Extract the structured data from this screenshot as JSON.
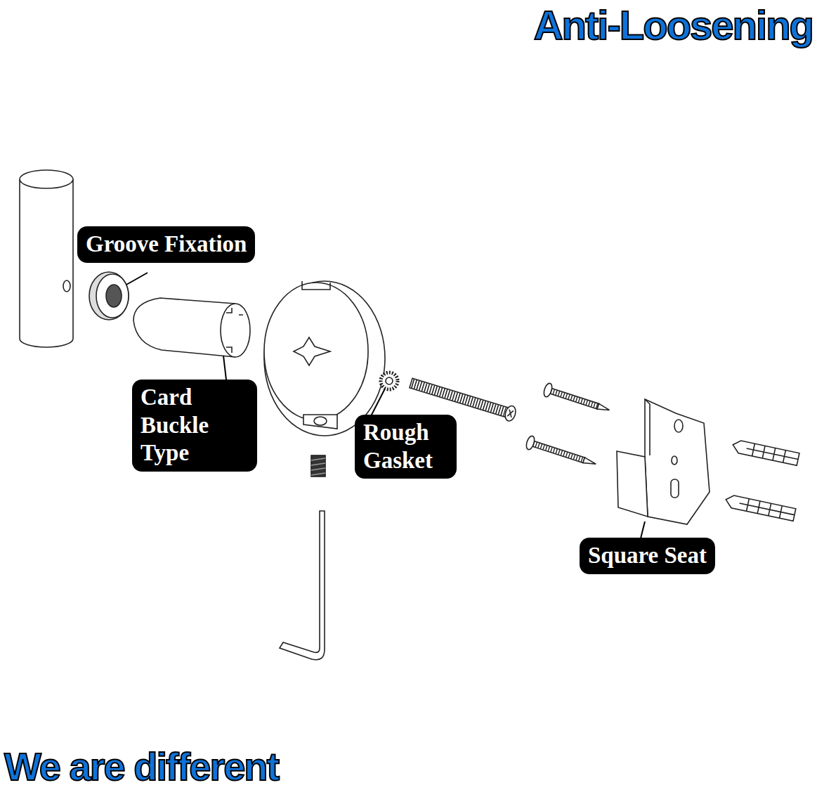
{
  "diagram": {
    "title": "Anti-Loosening",
    "caption": "We are different",
    "nodes": [
      {
        "text": [
          "Groove Fixation"
        ]
      },
      {
        "text": [
          "Card Buckle Type"
        ]
      },
      {
        "text": [
          "Rough Gasket"
        ]
      },
      {
        "text": [
          "Square Seat"
        ]
      }
    ]
  }
}
